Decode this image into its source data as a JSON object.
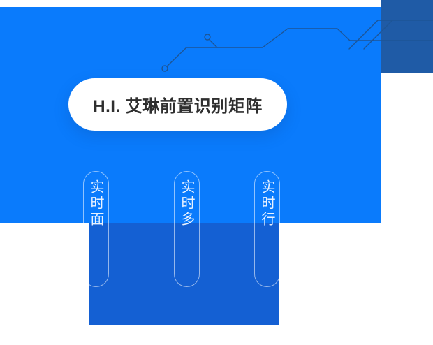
{
  "hero": {
    "title": "H.I. 艾琳前置识别矩阵"
  },
  "feature_pills": [
    {
      "label": "实时面"
    },
    {
      "label": "实时多"
    },
    {
      "label": "实时行"
    }
  ],
  "icons": {
    "circuit_trace": "circuit-trace",
    "circuit_node": "circuit-node"
  },
  "colors": {
    "primary_blue": "#0a7bfc",
    "dark_blue": "#1f5ba6",
    "panel_blue": "#1460d3",
    "circuit_line": "#1d5596",
    "title_text": "#2f2f2f",
    "pill_text": "#e8f2ff",
    "pill_border": "rgba(255,255,255,0.55)"
  }
}
